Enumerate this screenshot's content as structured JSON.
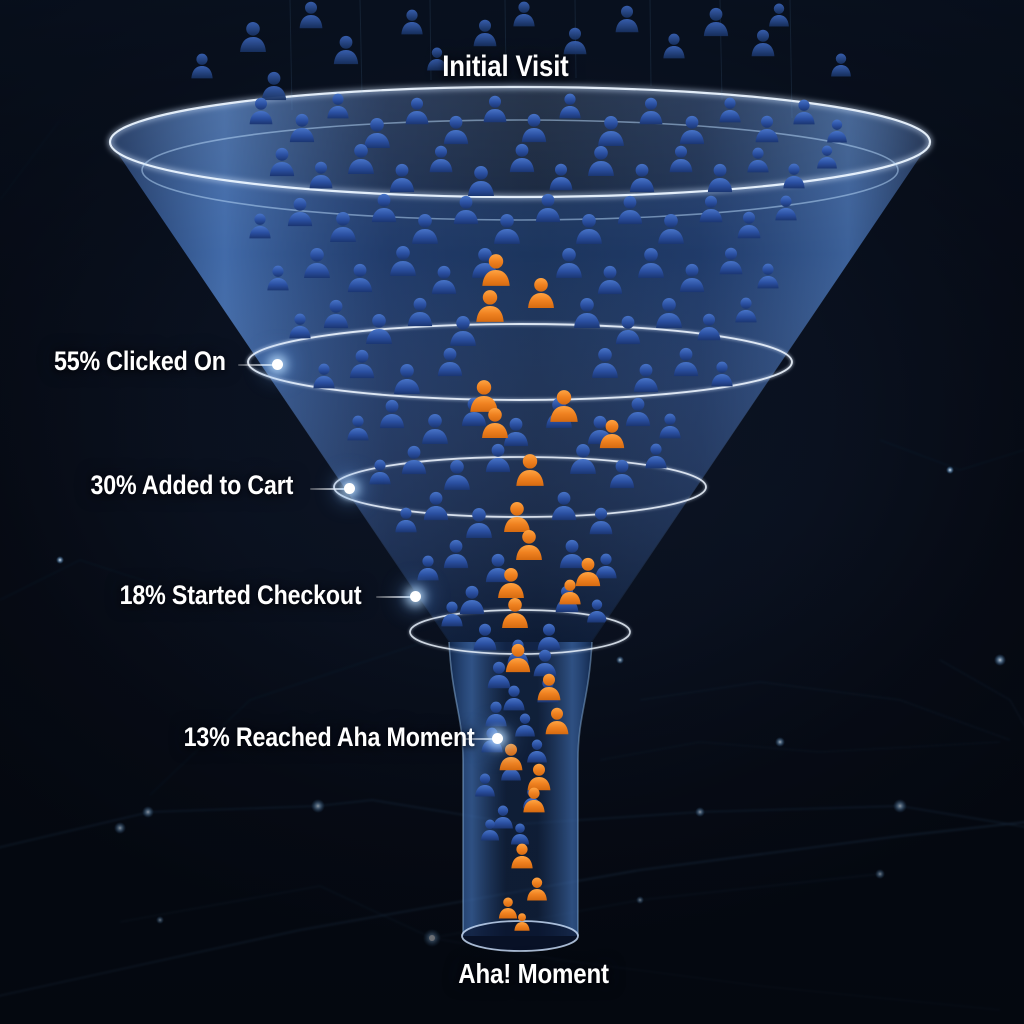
{
  "chart_data": {
    "type": "funnel",
    "title": "Initial Visit",
    "bottom_label": "Aha! Moment",
    "xlabel": "",
    "ylabel": "",
    "legend_position": "none",
    "grid": false,
    "categories": [
      "Initial Visit",
      "Clicked On",
      "Added to Cart",
      "Started Checkout",
      "Reached Aha Moment",
      "Aha! Moment"
    ],
    "values": [
      100,
      55,
      30,
      18,
      13,
      13
    ],
    "stages": [
      {
        "percent": "",
        "label": "Initial Visit",
        "display": "Initial Visit",
        "value": 100
      },
      {
        "percent": "55%",
        "label": "Clicked On",
        "display": "55% Clicked On",
        "value": 55
      },
      {
        "percent": "30%",
        "label": "Added to Cart",
        "display": "30% Added to Cart",
        "value": 30
      },
      {
        "percent": "18%",
        "label": "Started Checkout",
        "display": "18% Started Checkout",
        "value": 18
      },
      {
        "percent": "13%",
        "label": "Reached Aha Moment",
        "display": "13% Reached Aha Moment",
        "value": 13
      },
      {
        "percent": "",
        "label": "Aha! Moment",
        "display": "Aha! Moment",
        "value": 13
      }
    ],
    "colors": {
      "background": "#0a111f",
      "funnel_wall": "#2a4e86",
      "funnel_rim": "#cfe4ff",
      "crowd_blue": "#2b52a8",
      "highlight_orange": "#ee7f1e",
      "label_text": "#ffffff",
      "network_line": "#3d6a96"
    }
  },
  "labels": {
    "title": "Initial Visit",
    "stage1": "55% Clicked On",
    "stage2": "30% Added to Cart",
    "stage3": "18% Started Checkout",
    "stage4": "13% Reached Aha Moment",
    "bottom": "Aha! Moment"
  }
}
